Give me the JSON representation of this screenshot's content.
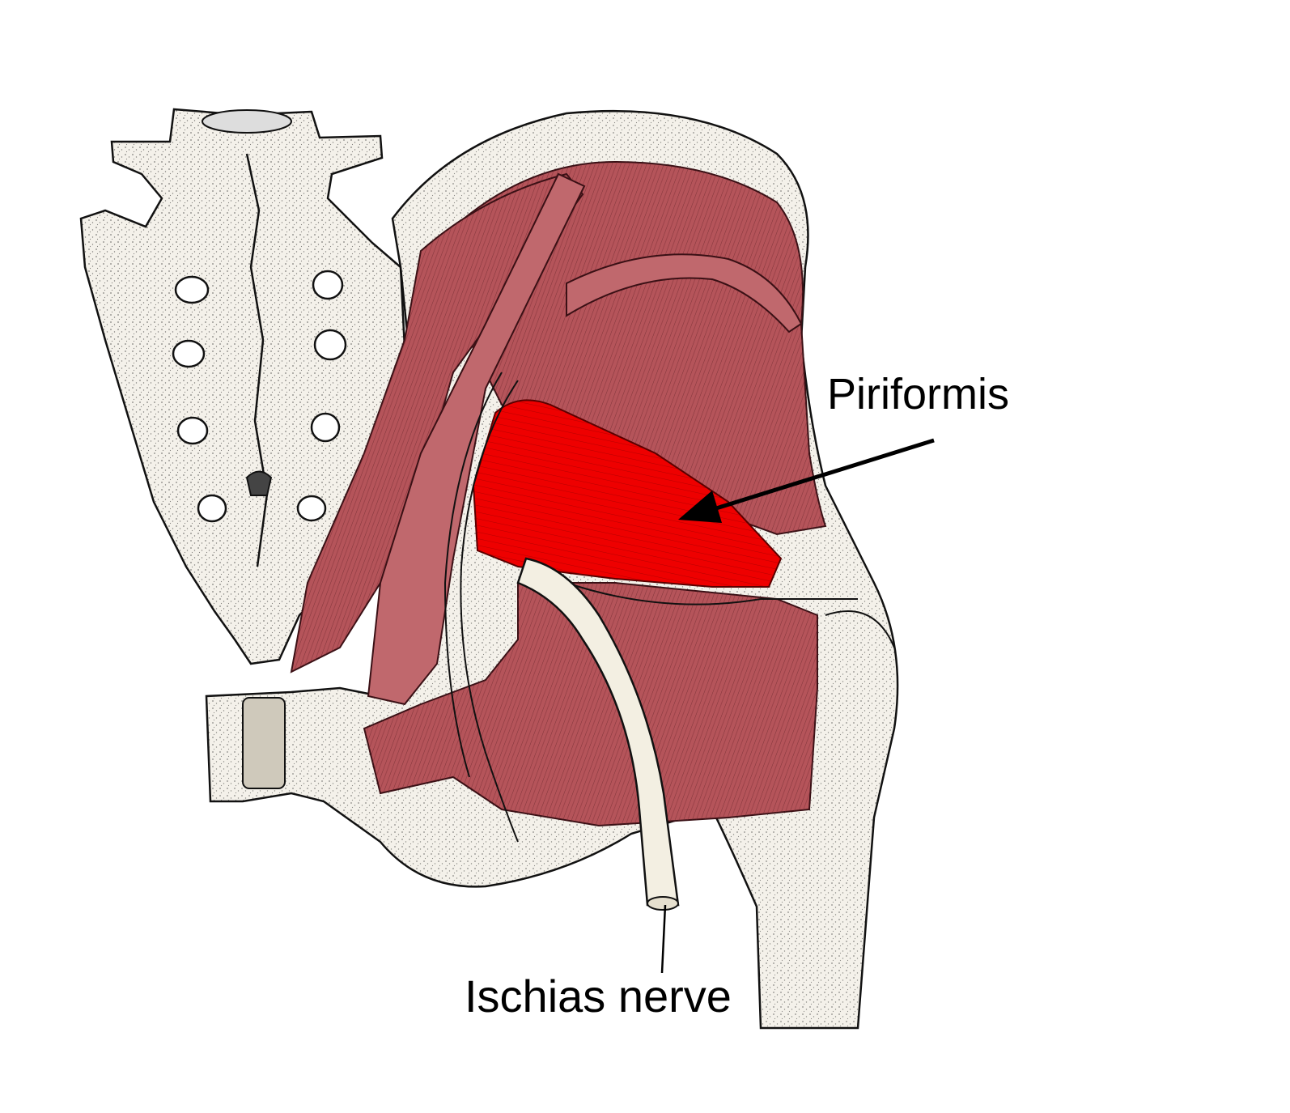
{
  "labels": {
    "piriformis": "Piriformis",
    "ischias_nerve": "Ischias nerve"
  },
  "colors": {
    "background": "#ffffff",
    "piriformis_muscle": "#ee0000",
    "other_muscles": "#b5545a",
    "bone": "#f4f1ea",
    "nerve": "#f3efe2",
    "ink": "#000000"
  },
  "icons": {
    "pointer": "arrow"
  }
}
